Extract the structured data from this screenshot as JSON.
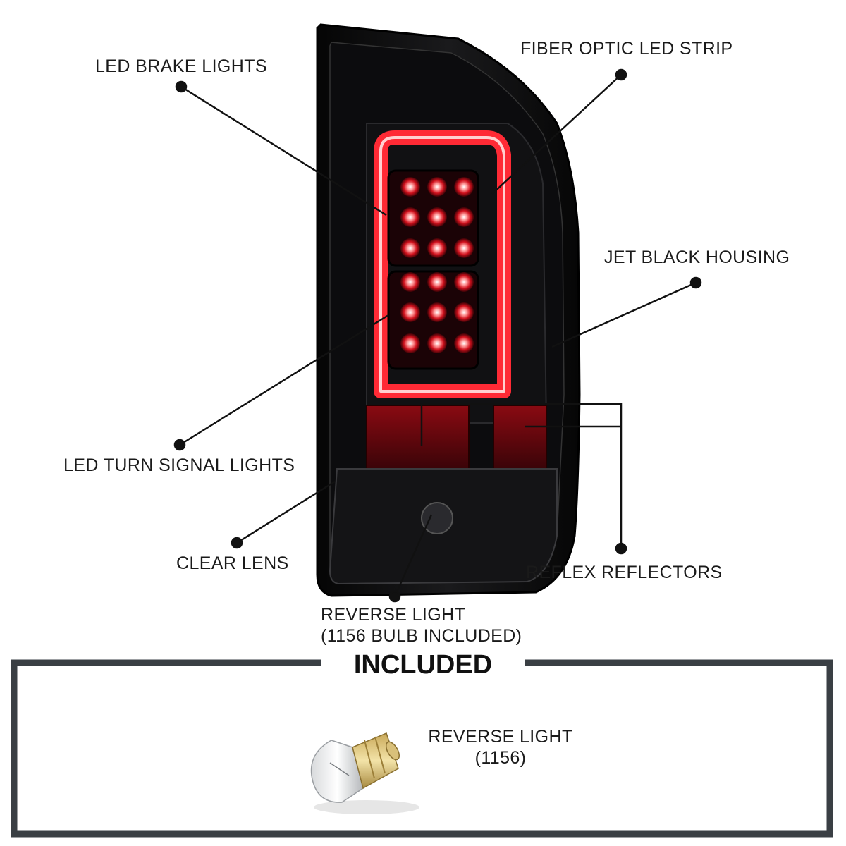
{
  "callouts": {
    "led_brake_lights": "LED BRAKE LIGHTS",
    "fiber_optic_led_strip": "FIBER OPTIC LED STRIP",
    "jet_black_housing": "JET BLACK HOUSING",
    "led_turn_signal_lights": "LED TURN SIGNAL LIGHTS",
    "clear_lens": "CLEAR LENS",
    "reflex_reflectors": "REFLEX REFLECTORS",
    "reverse_light_line1": "REVERSE LIGHT",
    "reverse_light_line2": "(1156 BULB INCLUDED)"
  },
  "included": {
    "title": "INCLUDED",
    "item_line1": "REVERSE LIGHT",
    "item_line2": "(1156)"
  },
  "colors": {
    "housing": "#0a0a0a",
    "led_glow": "#e0202a",
    "leader_line": "#111111",
    "frame": "#3a3f44"
  }
}
